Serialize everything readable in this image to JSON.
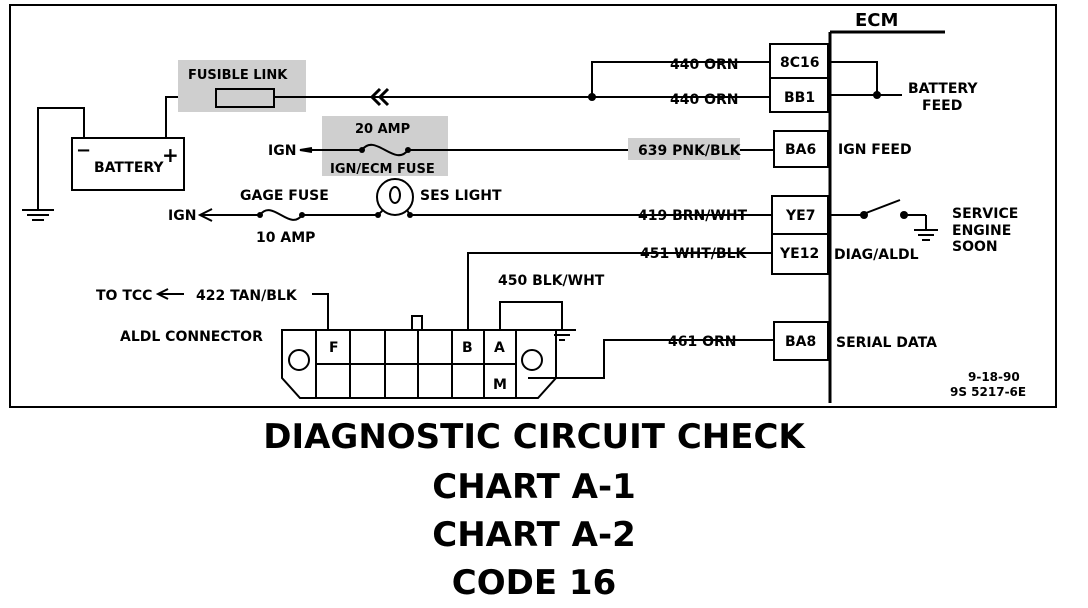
{
  "ecm": {
    "label": "ECM"
  },
  "battery": {
    "label": "BATTERY",
    "minus": "−",
    "plus": "+"
  },
  "fusible_link": {
    "label": "FUSIBLE LINK"
  },
  "ign_fuse": {
    "rating": "20 AMP",
    "label": "IGN/ECM FUSE",
    "ign": "IGN"
  },
  "gage_fuse": {
    "label": "GAGE FUSE",
    "rating": "10 AMP",
    "ign": "IGN"
  },
  "ses_light": {
    "label": "SES LIGHT"
  },
  "wires": {
    "w440a": "440 ORN",
    "w440b": "440 ORN",
    "w639": "639 PNK/BLK",
    "w419": "419 BRN/WHT",
    "w451": "451 WHT/BLK",
    "w450": "450 BLK/WHT",
    "w461": "461 ORN",
    "w422": "422 TAN/BLK"
  },
  "ecm_pins": {
    "p8c16": "8C16",
    "pbb1": "BB1",
    "pba6": "BA6",
    "pye7": "YE7",
    "pye12": "YE12",
    "pba8": "BA8"
  },
  "ecm_labels": {
    "battery_feed_1": "BATTERY",
    "battery_feed_2": "FEED",
    "ign_feed": "IGN FEED",
    "ses_1": "SERVICE",
    "ses_2": "ENGINE",
    "ses_3": "SOON",
    "diag": "DIAG/ALDL",
    "serial": "SERIAL DATA"
  },
  "aldl": {
    "label": "ALDL CONNECTOR",
    "to_tcc": "TO TCC",
    "pin_f": "F",
    "pin_b": "B",
    "pin_a": "A",
    "pin_m": "M"
  },
  "ref": {
    "date": "9-18-90",
    "code": "9S 5217-6E"
  },
  "titles": {
    "line1": "DIAGNOSTIC CIRCUIT CHECK",
    "line2": "CHART A-1",
    "line3": "CHART A-2",
    "line4": "CODE 16"
  }
}
